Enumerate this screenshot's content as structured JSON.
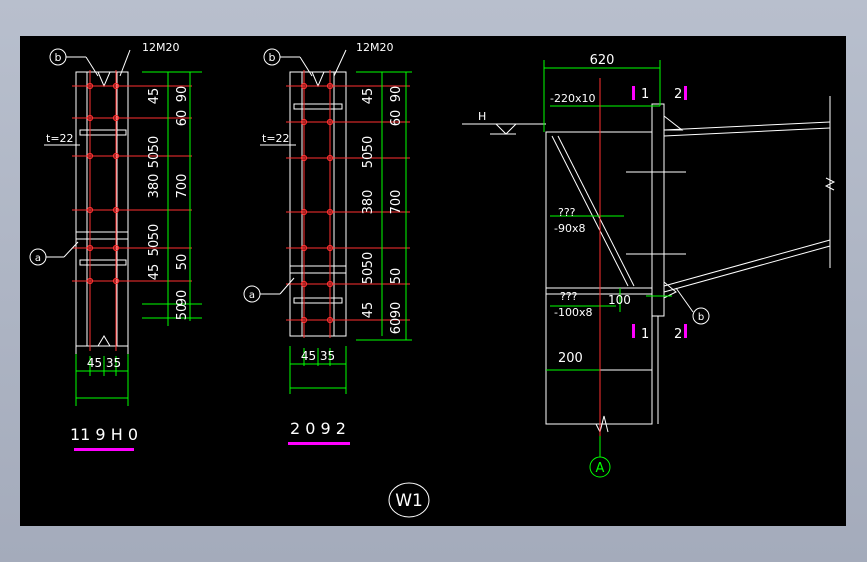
{
  "colors": {
    "white": "#ffffff",
    "green": "#00ff00",
    "red": "#ff3030",
    "magenta": "#ff00ff",
    "background": "#000000"
  },
  "left_detail": {
    "callout_b": "b",
    "bolts": "12M20",
    "plate": "t=22",
    "callout_a": "a",
    "vertical_dims": [
      "45",
      "90",
      "60",
      "50",
      "50",
      "380",
      "700",
      "50",
      "50",
      "50",
      "45",
      "90",
      "50"
    ],
    "horizontal_dims": "45 35",
    "title": "11 9 H 0"
  },
  "middle_detail": {
    "callout_b": "b",
    "bolts": "12M20",
    "plate": "t=22",
    "callout_a": "a",
    "vertical_dims": [
      "45",
      "90",
      "60",
      "50",
      "50",
      "380",
      "700",
      "50",
      "50",
      "50",
      "45",
      "90",
      "60"
    ],
    "horizontal_dims": "45 35",
    "title": "2 0 9 2"
  },
  "right_detail": {
    "dim_top": "620",
    "section_mark": "1",
    "section_mark_2": "2",
    "elevation": "H",
    "plate_top": "-220x10",
    "stiffener_q": "???",
    "stiffener": "-90x8",
    "plate_bottom_q": "???",
    "plate_bottom": "-100x8",
    "dim_100": "100",
    "dim_200": "200",
    "callout_b": "b",
    "axis": "A"
  },
  "sheet_label": "W1"
}
